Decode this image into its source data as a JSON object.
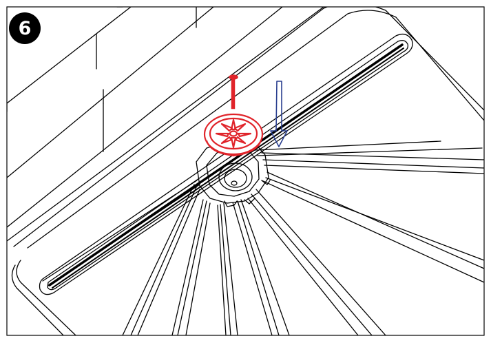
{
  "step": {
    "number": "6"
  },
  "colors": {
    "line": "#000000",
    "highlight": "#e0242a",
    "arrow": "#2a3f8f",
    "background": "#ffffff"
  },
  "parts": {
    "drain_cover": "drain-cover",
    "screw": "screw",
    "drain_hole": "drain-hole",
    "arrow": "down-arrow"
  }
}
